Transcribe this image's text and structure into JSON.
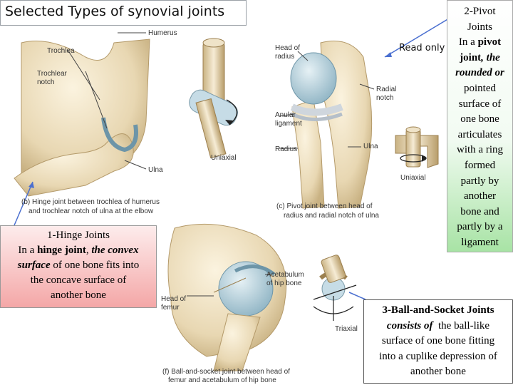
{
  "slide": {
    "title": "Selected Types of synovial joints",
    "read_only": "Read only"
  },
  "hinge_figure": {
    "labels": [
      "Trochlea",
      "Humerus",
      "Trochlear",
      "notch",
      "Ulna",
      "Uniaxial"
    ],
    "caption_line1": "(b) Hinge joint between trochlea of humerus",
    "caption_line2": "and trochlear notch of ulna at the elbow"
  },
  "pivot_figure": {
    "labels": [
      "Head of",
      "radius",
      "Radial",
      "notch",
      "Anular",
      "ligament",
      "Radius",
      "Ulna",
      "Uniaxial"
    ],
    "caption_line1": "(c) Pivot joint between head of",
    "caption_line2": "radius and radial notch of ulna"
  },
  "ball_figure": {
    "labels": [
      "Acetabulum",
      "of hip bone",
      "Head of",
      "femur",
      "Triaxial"
    ],
    "caption_line1": "(f) Ball-and-socket joint between head of",
    "caption_line2": "femur and acetabulum of hip bone"
  },
  "hinge_box": {
    "heading": "1-Hinge Joints",
    "t1": "In a ",
    "t2": "hinge joint",
    "t3": ", ",
    "t4": "the convex",
    "t5": "surface",
    "t6": " of one bone fits into",
    "t7": "the concave surface of",
    "t8": "another bone"
  },
  "pivot_box": {
    "l1": "2-Pivot",
    "l2": "Joints",
    "l3a": "In a ",
    "l3b": "pivot",
    "l4a": "joint",
    "l4b": ", the",
    "l5": "rounded or",
    "l6": "pointed",
    "l7": "surface of",
    "l8": "one bone",
    "l9": "articulates",
    "l10": "with a ring",
    "l11": "formed",
    "l12": "partly by",
    "l13": "another",
    "l14": "bone and",
    "l15": "partly by a",
    "l16": "ligament"
  },
  "ball_box": {
    "heading": "3-Ball-and-Socket Joints",
    "l2a": "consists of",
    "l2b": "  the ball-like",
    "l3": "surface of one bone fitting",
    "l4": "into a cuplike depression of",
    "l5": "another bone"
  },
  "colors": {
    "bone": "#efe3c8",
    "cartilage": "#a9c9d6",
    "hinge_box": "#f4a7a7",
    "pivot_box": "#a8e3a5",
    "arrow": "#4a6fd0"
  }
}
